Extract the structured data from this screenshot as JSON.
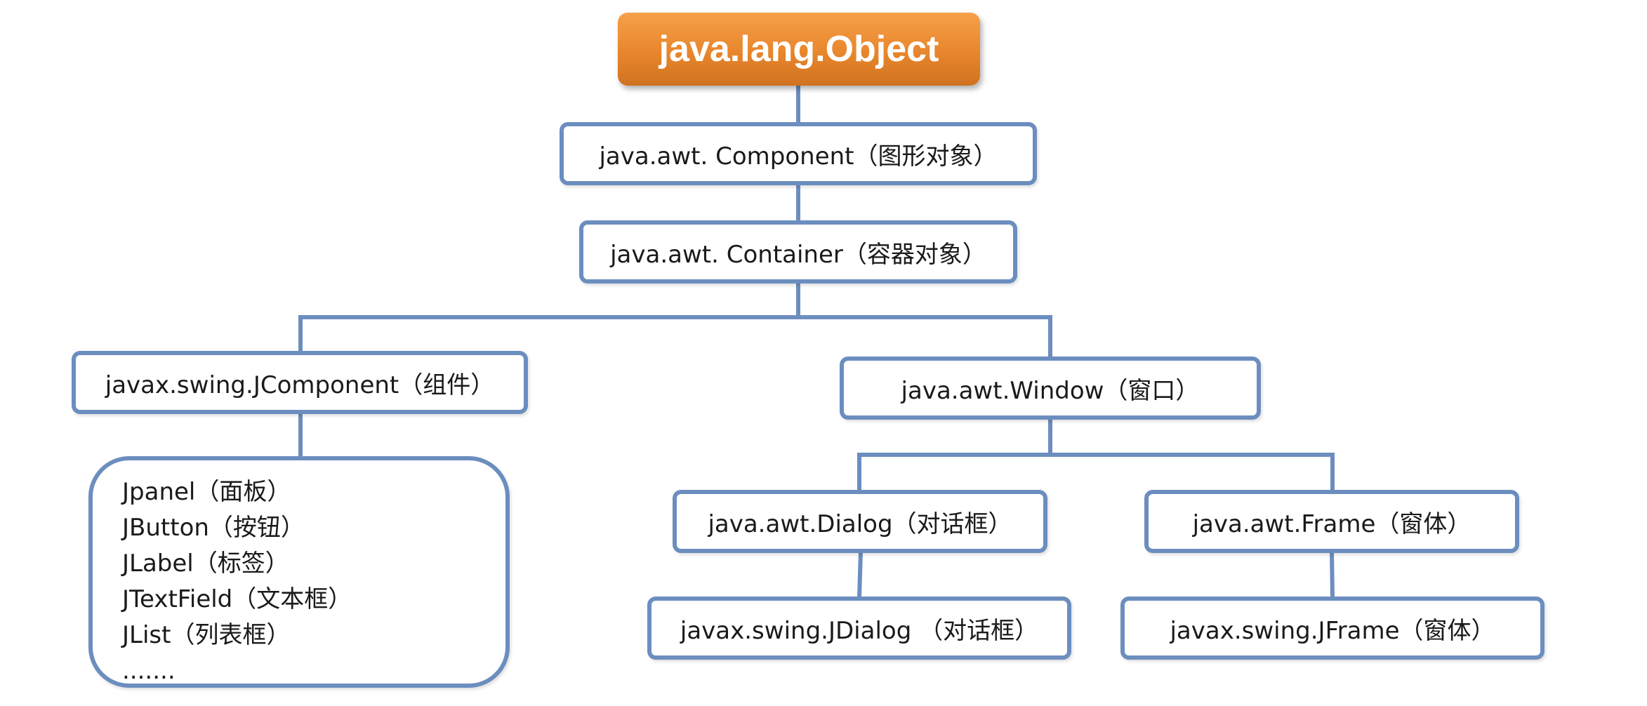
{
  "root": {
    "label": "java.lang.Object"
  },
  "nodes": {
    "component": "java.awt. Component（图形对象）",
    "container": "java.awt. Container（容器对象）",
    "jcomponent": "javax.swing.JComponent（组件）",
    "window": "java.awt.Window（窗口）",
    "dialog": "java.awt.Dialog（对话框）",
    "frame": "java.awt.Frame（窗体）",
    "jdialog": "javax.swing.JDialog （对话框）",
    "jframe": "javax.swing.JFrame（窗体）"
  },
  "swing_components": [
    "Jpanel（面板）",
    "JButton（按钮）",
    "JLabel（标签）",
    "JTextField（文本框）",
    "JList（列表框）",
    "......."
  ],
  "colors": {
    "root_fill": "#e8862c",
    "node_border": "#6c8ebf",
    "connector": "#6c8ebf"
  }
}
